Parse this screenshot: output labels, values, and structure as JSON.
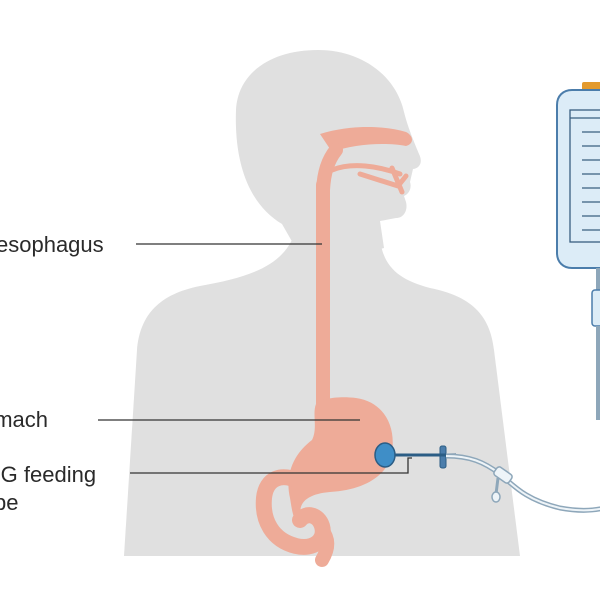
{
  "labels": {
    "esophagus": "esophagus",
    "stomach": "omach",
    "peg_line1": "EG feeding",
    "peg_line2": "be"
  },
  "colors": {
    "body": "#e0e0e0",
    "organ": "#eeab98",
    "bag_fill": "#dcecf7",
    "bag_stroke": "#4b7dab",
    "tube": "#9db8cf",
    "cap": "#e39a2d",
    "leader": "#333333"
  }
}
